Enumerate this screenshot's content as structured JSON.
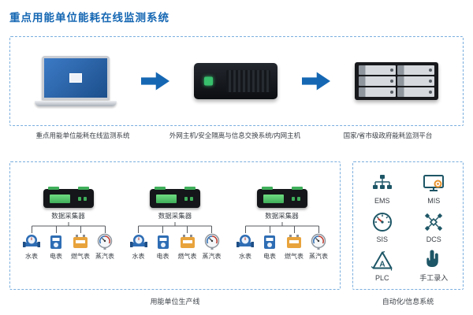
{
  "title": "重点用能单位能耗在线监测系统",
  "top_flow": {
    "labels": [
      "重点用能单位能耗在线监测系统",
      "外网主机/安全隔离与信息交换系统/内网主机",
      "国家/省市级政府能耗监测平台"
    ]
  },
  "collectors": {
    "device_label": "数据采集器",
    "meters": [
      "水表",
      "电表",
      "燃气表",
      "蒸汽表"
    ],
    "caption": "用能单位生产线"
  },
  "systems": {
    "caption": "自动化/信息系统",
    "items": [
      {
        "label": "EMS"
      },
      {
        "label": "MIS"
      },
      {
        "label": "SIS"
      },
      {
        "label": "DCS"
      },
      {
        "label": "PLC"
      },
      {
        "label": "手工录入"
      }
    ]
  },
  "colors": {
    "accent_blue": "#1567b3",
    "dashed_border": "#7aaede",
    "icon_teal": "#1d5666",
    "screen_green": "#3fae5a"
  }
}
